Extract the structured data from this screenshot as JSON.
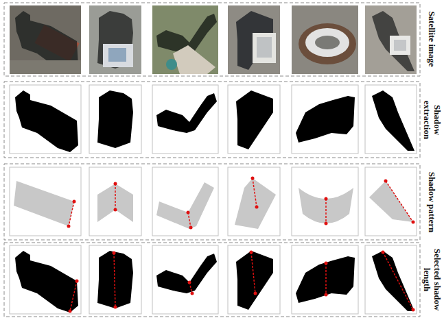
{
  "diagram": {
    "labels": [
      "Satellite image",
      "Shadow extraction",
      "Shadow pattern",
      "Selected shadow length"
    ]
  }
}
